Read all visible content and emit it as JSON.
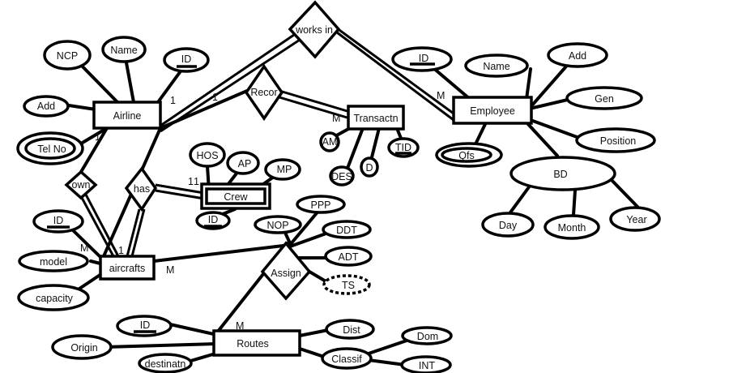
{
  "entities": {
    "airline": "Airline",
    "employee": "Employee",
    "transaction": "Transactn",
    "crew": "Crew",
    "aircrafts": "aircrafts",
    "routes": "Routes"
  },
  "relationships": {
    "works_in": "works in",
    "recor": "Recor",
    "own": "own",
    "has": "has",
    "assign": "Assign"
  },
  "attributes": {
    "airline_ncp": "NCP",
    "airline_name": "Name",
    "airline_id": "ID",
    "airline_add": "Add",
    "airline_telno": "Tel No",
    "employee_id": "ID",
    "employee_name": "Name",
    "employee_add": "Add",
    "employee_gen": "Gen",
    "employee_position": "Position",
    "employee_qfs": "Qfs",
    "employee_bd": "BD",
    "bd_day": "Day",
    "bd_month": "Month",
    "bd_year": "Year",
    "trans_am": "AM",
    "trans_des": "DES",
    "trans_d": "D",
    "trans_tid": "TID",
    "crew_hos": "HOS",
    "crew_ap": "AP",
    "crew_mp": "MP",
    "crew_id": "ID",
    "aircraft_id": "ID",
    "aircraft_model": "model",
    "aircraft_capacity": "capacity",
    "assign_nop": "NOP",
    "assign_ppp": "PPP",
    "assign_ddt": "DDT",
    "assign_adt": "ADT",
    "assign_ts": "TS",
    "routes_id": "ID",
    "routes_origin": "Origin",
    "routes_destination": "destinatn",
    "routes_dist": "Dist",
    "routes_classif": "Classif",
    "classif_dom": "Dom",
    "classif_int": "INT"
  },
  "cardinalities": {
    "airline_works": "1",
    "airline_recor": "1",
    "employee_works": "M",
    "trans_recor": "M",
    "airline_own": "1",
    "aircraft_own": "M",
    "aircraft_has": "1",
    "crew_has": "1",
    "crew_has_2": "1",
    "aircraft_assign": "M",
    "routes_assign": "M"
  }
}
